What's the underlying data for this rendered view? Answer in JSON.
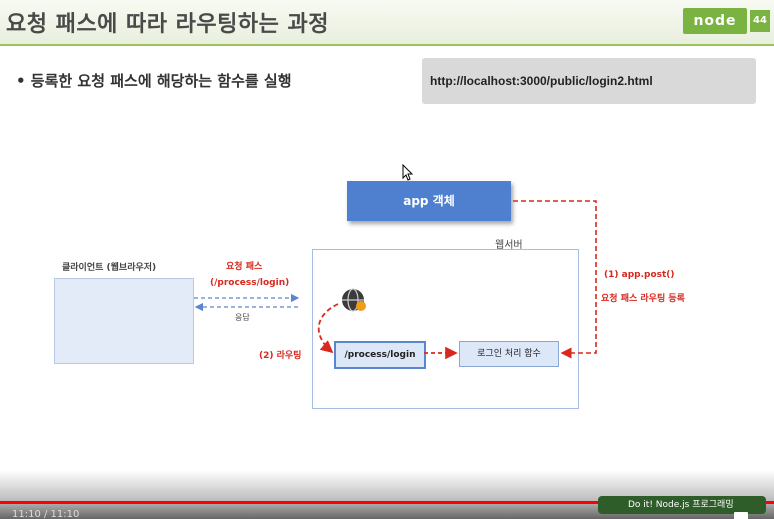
{
  "slide": {
    "title": "요청 패스에 따라 라우팅하는 과정",
    "logo_text": "node",
    "page_number": "44",
    "bullet": "• 등록한 요청 패스에 해당하는 함수를 실행",
    "url": "http://localhost:3000/public/login2.html"
  },
  "diagram": {
    "app_object": "app 객체",
    "webserver": "웹서버",
    "client": "클라이언트 (웹브라우저)",
    "request_path_label": "요청 패스",
    "request_path_value": "(/process/login)",
    "response": "응답",
    "routing": "(2) 라우팅",
    "path_box": "/process/login",
    "handler_box": "로그인 처리 함수",
    "post_call": "(1) app.post()",
    "register": "요청 패스 라우팅 등록"
  },
  "player": {
    "time": "11:10 / 11:10",
    "progress_fraction": 1.0,
    "banner": "Do it! Node.js 프로그래밍",
    "accent_color": "#ff0000"
  },
  "colors": {
    "arrow_red": "#d9281e",
    "app_blue": "#4f7fcf",
    "brand_green": "#7bb342"
  }
}
